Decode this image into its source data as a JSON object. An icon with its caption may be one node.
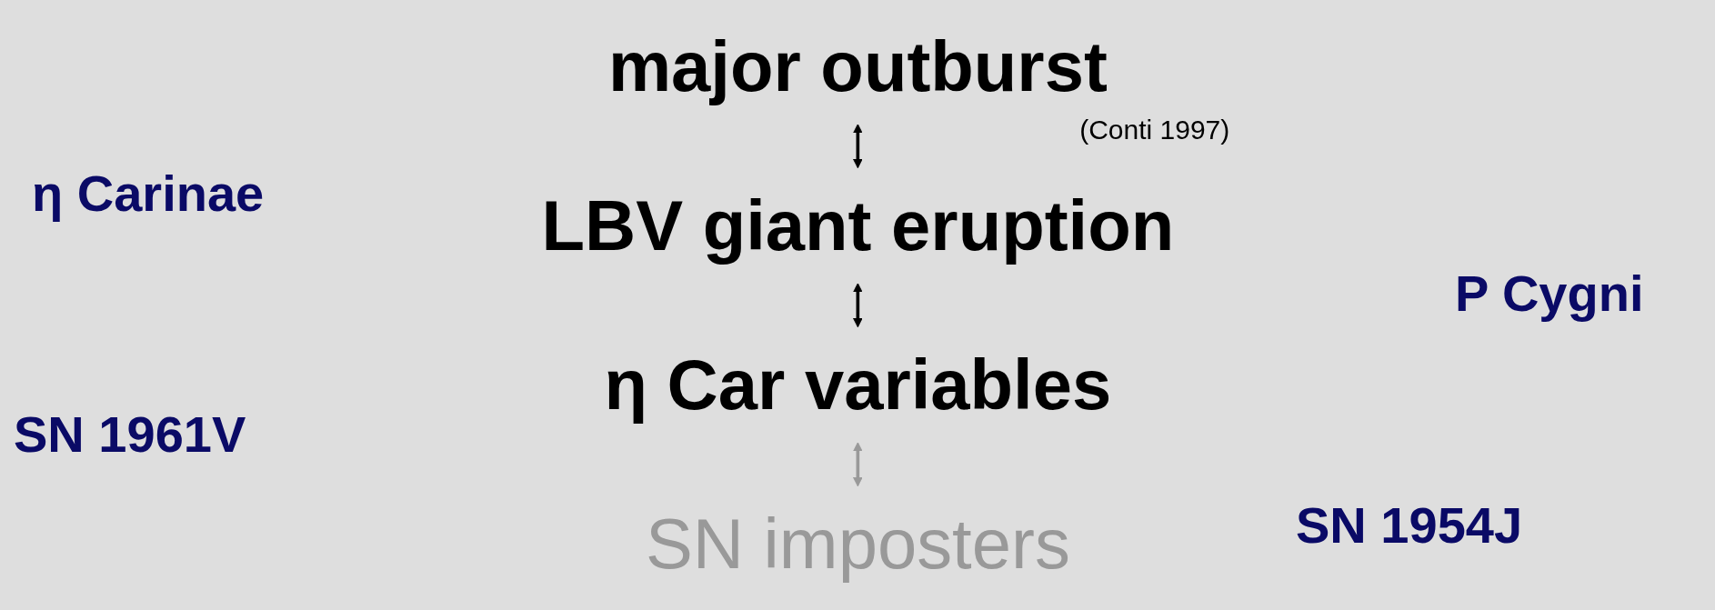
{
  "diagram": {
    "nodes": [
      {
        "text": [
          "major outburst"
        ],
        "beside": [
          "(Conti 1997)"
        ]
      },
      {
        "text": [
          "LBV giant eruption"
        ]
      },
      {
        "text": [
          "η Car variables"
        ]
      },
      {
        "text": [
          "SN imposters"
        ]
      }
    ],
    "edges": [
      {
        "from": 0,
        "to": 1,
        "arrow": "both"
      },
      {
        "from": 1,
        "to": 2,
        "arrow": "both"
      },
      {
        "from": 2,
        "to": 3,
        "arrow": "both",
        "color": "#999999"
      }
    ],
    "labels": [
      "η Carinae",
      "P Cygni",
      "SN 1961V",
      "SN 1954J"
    ]
  }
}
